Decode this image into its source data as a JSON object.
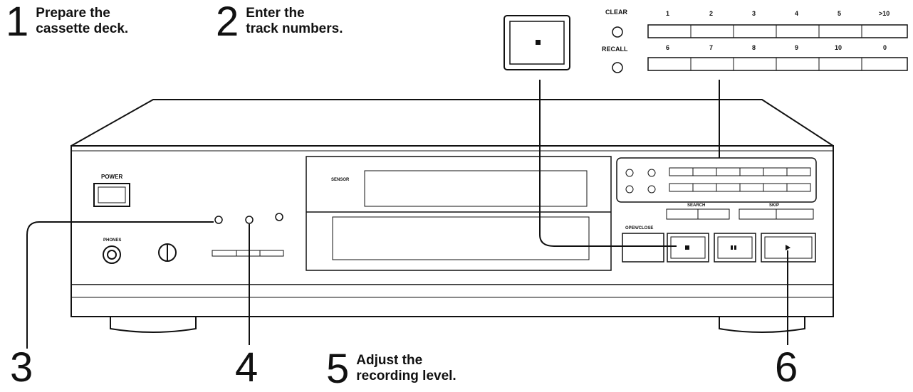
{
  "steps": [
    {
      "number": "1",
      "text": "Prepare the\ncassette deck."
    },
    {
      "number": "2",
      "text": "Enter the\ntrack numbers."
    },
    {
      "number": "5",
      "text": "Adjust the\nrecording level."
    }
  ],
  "callouts": [
    "3",
    "4",
    "6"
  ],
  "keypad": {
    "clear_label": "CLEAR",
    "recall_label": "RECALL",
    "row1": [
      "1",
      "2",
      "3",
      "4",
      "5",
      ">10"
    ],
    "row2": [
      "6",
      "7",
      "8",
      "9",
      "10",
      "0"
    ]
  },
  "deck": {
    "power_label": "POWER",
    "sensor_label": "SENSOR",
    "open_close_label": "OPEN/CLOSE",
    "search_label": "SEARCH",
    "skip_label": "SKIP",
    "phones_label": "PHONES"
  }
}
